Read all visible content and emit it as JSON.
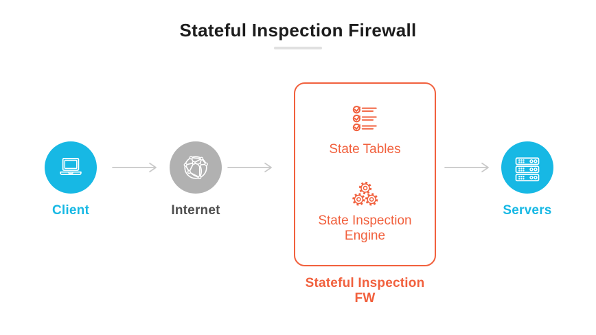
{
  "title": "Stateful Inspection Firewall",
  "colors": {
    "accent_cyan": "#17b8e4",
    "accent_orange": "#f1603d",
    "neutral_gray": "#b1b1b1",
    "title_dark": "#1c1c1c",
    "label_dark": "#4e4e4e",
    "arrow_gray": "#c8c8c8",
    "underline_gray": "#e0e0e0"
  },
  "nodes": [
    {
      "id": "client",
      "label": "Client",
      "icon": "laptop-icon"
    },
    {
      "id": "internet",
      "label": "Internet",
      "icon": "globe-network-icon"
    },
    {
      "id": "servers",
      "label": "Servers",
      "icon": "server-stack-icon"
    }
  ],
  "firewall": {
    "items": [
      {
        "icon": "checklist-icon",
        "label": "State Tables"
      },
      {
        "icon": "gears-icon",
        "label": "State Inspection Engine"
      }
    ],
    "caption": "Stateful Inspection FW"
  }
}
